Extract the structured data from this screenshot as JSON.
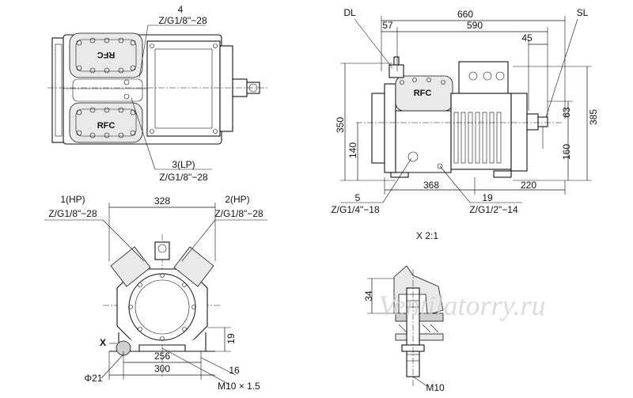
{
  "top_view": {
    "port_4": {
      "number": "4",
      "thread": "Z/G1/8\"−28"
    },
    "port_3": {
      "number": "3(LP)",
      "thread": "Z/G1/8\"−28"
    },
    "head_label_upper": "RFC",
    "head_label_lower": "RFC"
  },
  "side_view": {
    "dl": "DL",
    "sl": "SL",
    "dim_660": "660",
    "dim_590": "590",
    "dim_57": "57",
    "dim_45": "45",
    "dim_350": "350",
    "dim_140": "140",
    "dim_385": "385",
    "dim_63": "63",
    "dim_160": "160",
    "dim_368": "368",
    "dim_19": "19",
    "dim_220": "220",
    "port_5": {
      "number": "5",
      "thread": "Z/G1/4\"−18"
    },
    "thread_half": "Z/G1/2\"−14",
    "head_label": "RFC"
  },
  "front_view": {
    "port_1": {
      "number": "1(HP)",
      "thread": "Z/G1/8\"−28"
    },
    "port_2": {
      "number": "2(HP)",
      "thread": "Z/G1/8\"−28"
    },
    "dim_328": "328",
    "dim_256": "256",
    "dim_300": "300",
    "dim_19": "19",
    "dim_16": "16",
    "phi_21": "Φ21",
    "bolt": "M10 × 1.5",
    "x_mark": "X"
  },
  "detail_view": {
    "title": "X 2:1",
    "dim_34": "34",
    "bolt": "M10"
  },
  "watermark": "Ventilatorry.ru"
}
